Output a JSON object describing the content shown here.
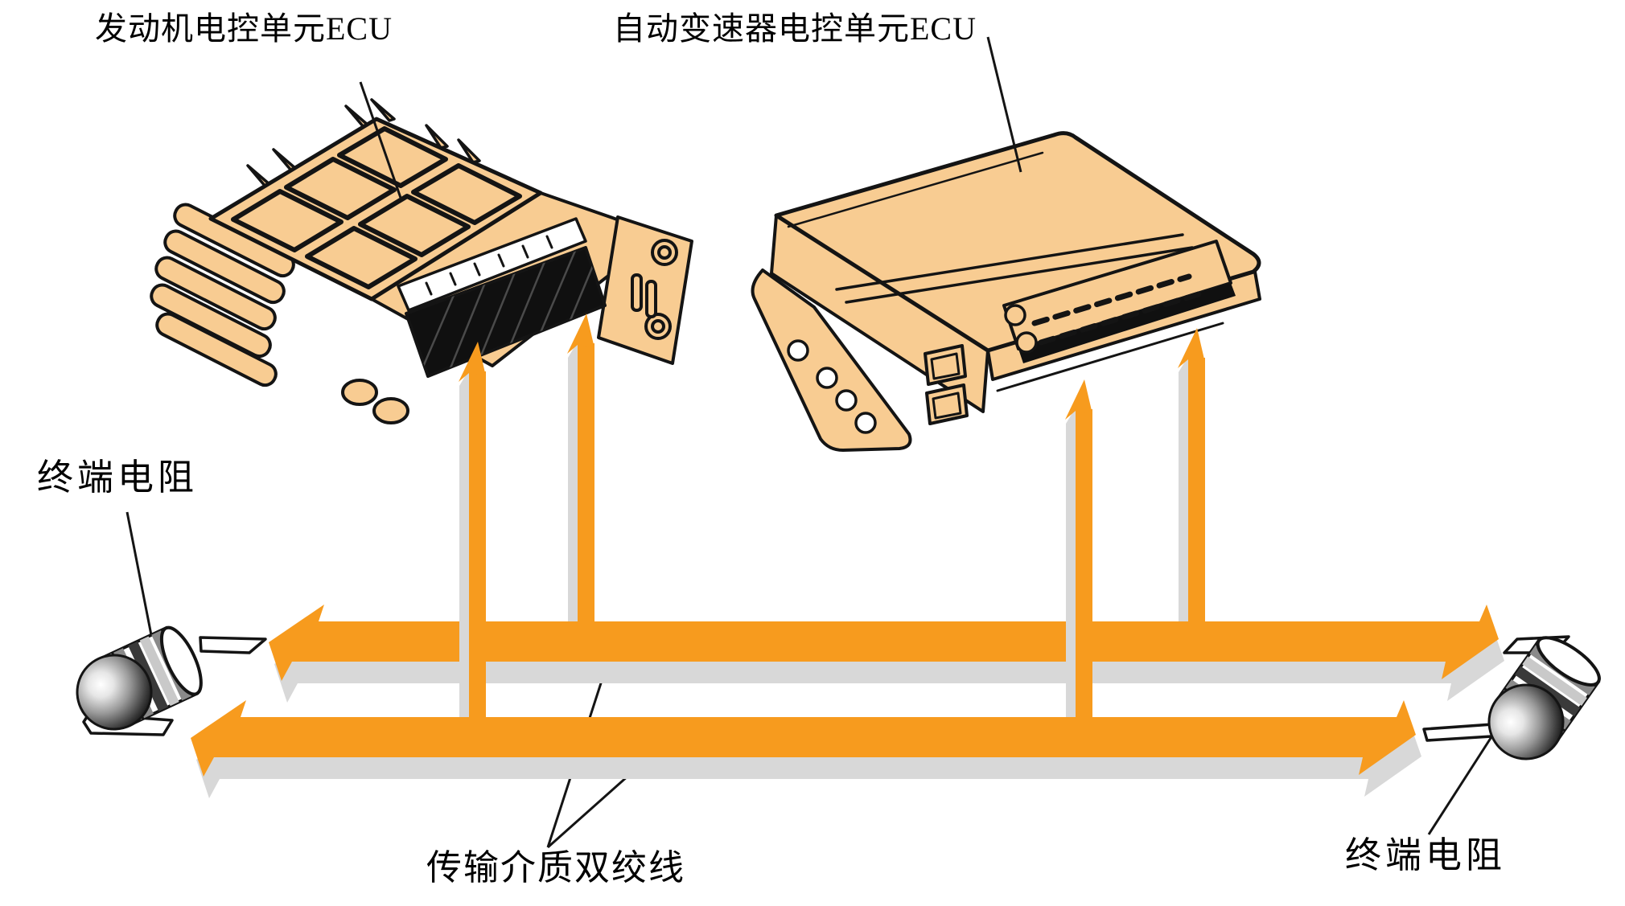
{
  "diagram": {
    "title_context": "CAN bus network diagram",
    "labels": {
      "engine_ecu": "发动机电控单元ECU",
      "transmission_ecu": "自动变速器电控单元ECU",
      "terminal_resistor_left": "终端电阻",
      "terminal_resistor_right": "终端电阻",
      "twisted_pair": "传输介质双绞线"
    },
    "colors": {
      "bus_orange": "#F79B1E",
      "shadow_gray": "#D8D8D8",
      "ecu_fill": "#F8CC92",
      "outline": "#141414",
      "background": "#FFFFFF"
    }
  }
}
